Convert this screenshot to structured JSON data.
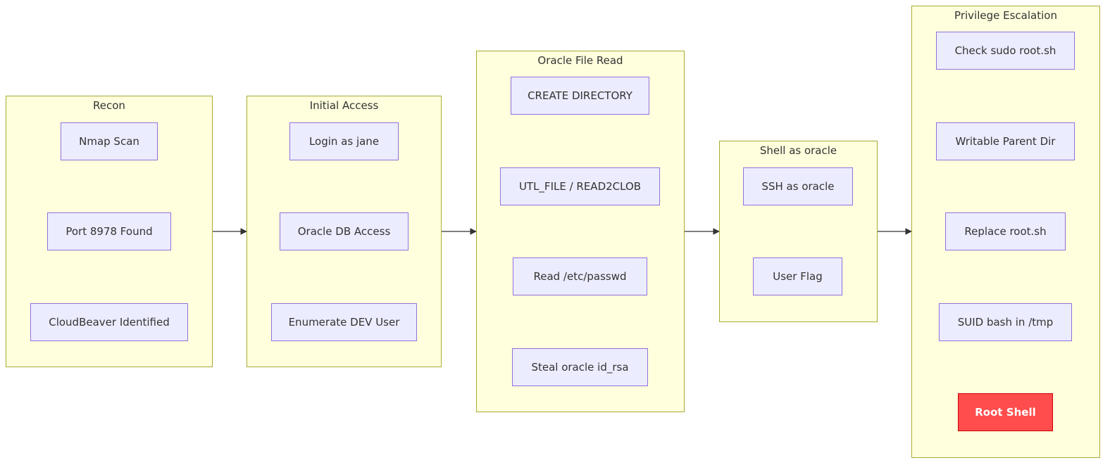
{
  "clusters": {
    "recon": {
      "title": "Recon"
    },
    "initial_access": {
      "title": "Initial Access"
    },
    "oracle_file_read": {
      "title": "Oracle File Read"
    },
    "shell_as_oracle": {
      "title": "Shell as oracle"
    },
    "privilege_escalation": {
      "title": "Privilege Escalation"
    }
  },
  "nodes": {
    "nmap_scan": "Nmap Scan",
    "port_8978": "Port 8978 Found",
    "cloudbeaver": "CloudBeaver Identified",
    "login_jane": "Login as jane",
    "oracle_db_access": "Oracle DB Access",
    "enumerate_dev_user": "Enumerate DEV User",
    "create_directory": "CREATE DIRECTORY",
    "utl_file": "UTL_FILE / READ2CLOB",
    "read_passwd": "Read /etc/passwd",
    "steal_id_rsa": "Steal oracle id_rsa",
    "ssh_oracle": "SSH as oracle",
    "user_flag": "User Flag",
    "check_sudo": "Check sudo root.sh",
    "writable_parent": "Writable Parent Dir",
    "replace_root": "Replace root.sh",
    "suid_bash": "SUID bash in /tmp",
    "root_shell": "Root Shell"
  },
  "colors": {
    "cluster_fill": "#ffffde",
    "cluster_border": "#aaaa33",
    "node_fill": "#ececff",
    "node_border": "#9370db",
    "root_fill": "#ff4d4d",
    "edge": "#333333"
  }
}
